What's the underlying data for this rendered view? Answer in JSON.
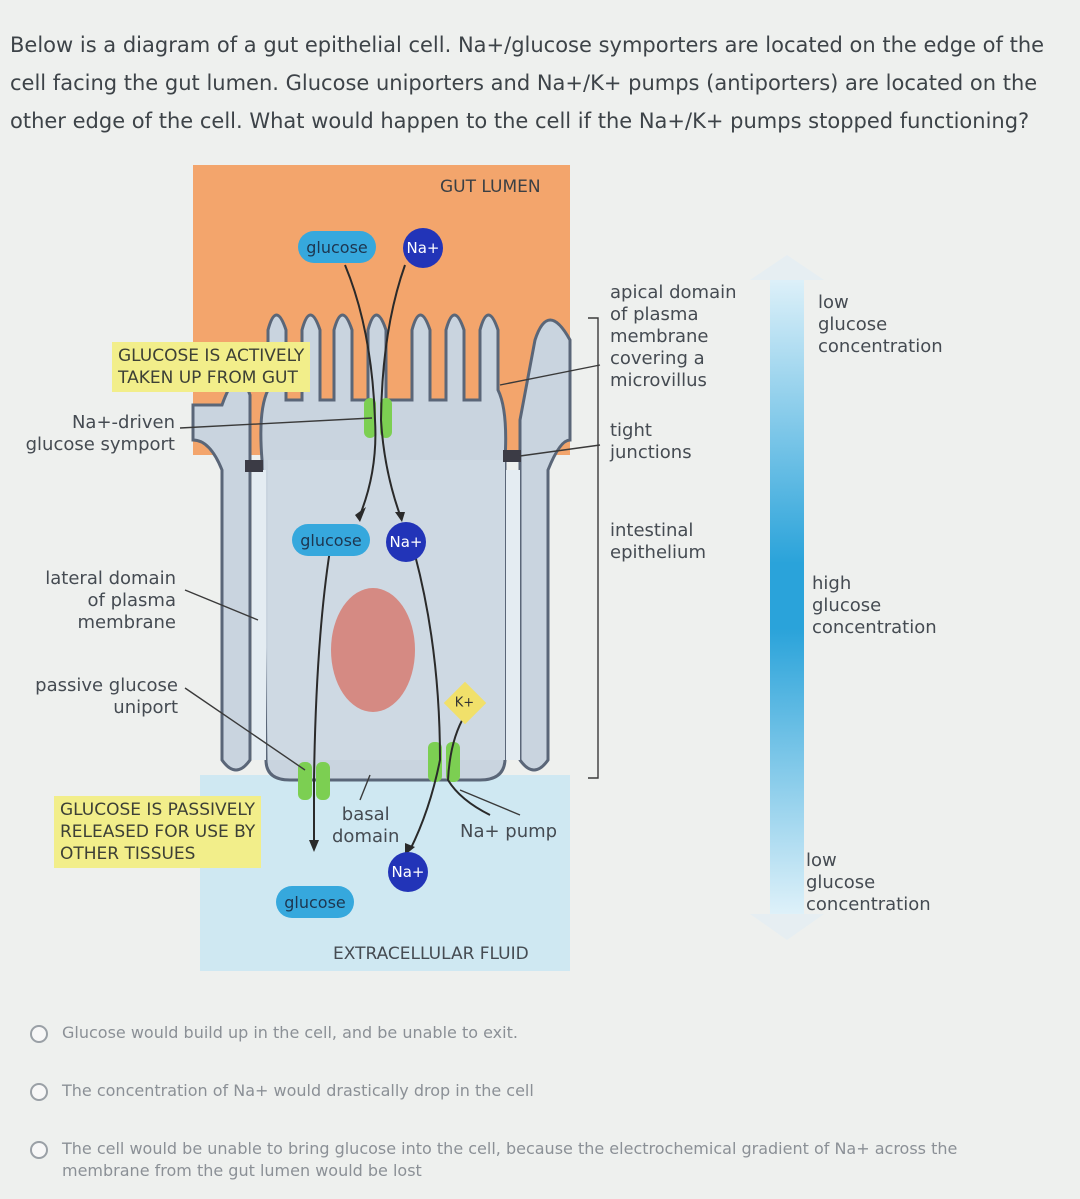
{
  "question": {
    "text": "Below is a diagram of a gut epithelial cell. Na+/glucose symporters are located on the edge of the cell facing the gut lumen. Glucose uniporters and Na+/K+ pumps (antiporters) are located on the other edge of the cell. What would happen to the cell if the Na+/K+ pumps stopped functioning?"
  },
  "diagram": {
    "gut_lumen": "GUT LUMEN",
    "extracellular_fluid": "EXTRACELLULAR FLUID",
    "glucose_label": "glucose",
    "na_label": "Na+",
    "k_label": "K+",
    "callout_active": "GLUCOSE IS ACTIVELY\nTAKEN UP FROM GUT",
    "callout_passive": "GLUCOSE IS PASSIVELY\nRELEASED FOR USE BY\nOTHER TISSUES",
    "symport_label": "Na+-driven\nglucose symport",
    "lateral_label": "lateral domain\nof plasma\nmembrane",
    "uniport_label": "passive glucose\nuniport",
    "basal_label": "basal\ndomain",
    "pump_label": "Na+ pump",
    "apical_label": "apical domain\nof plasma\nmembrane\ncovering a\nmicrovillus",
    "tight_label": "tight\njunctions",
    "epithelium_label": "intestinal\nepithelium",
    "gradient_low_top": "low\nglucose\nconcentration",
    "gradient_high": "high\nglucose\nconcentration",
    "gradient_low_bottom": "low\nglucose\nconcentration",
    "colors": {
      "lumen": "#f3a56c",
      "cell": "#c9d4df",
      "extracellular": "#cfe8f2",
      "glucose": "#36a8dd",
      "sodium": "#2234b8",
      "callout": "#f2ee8a",
      "transporter": "#7ccf52"
    }
  },
  "options": [
    {
      "text": "Glucose would build up in the cell, and be unable to exit."
    },
    {
      "text": "The concentration of Na+ would drastically drop in the cell"
    },
    {
      "text": "The cell would be unable to bring glucose into the cell, because the electrochemical gradient of Na+ across the membrane from the gut lumen would be lost"
    }
  ]
}
